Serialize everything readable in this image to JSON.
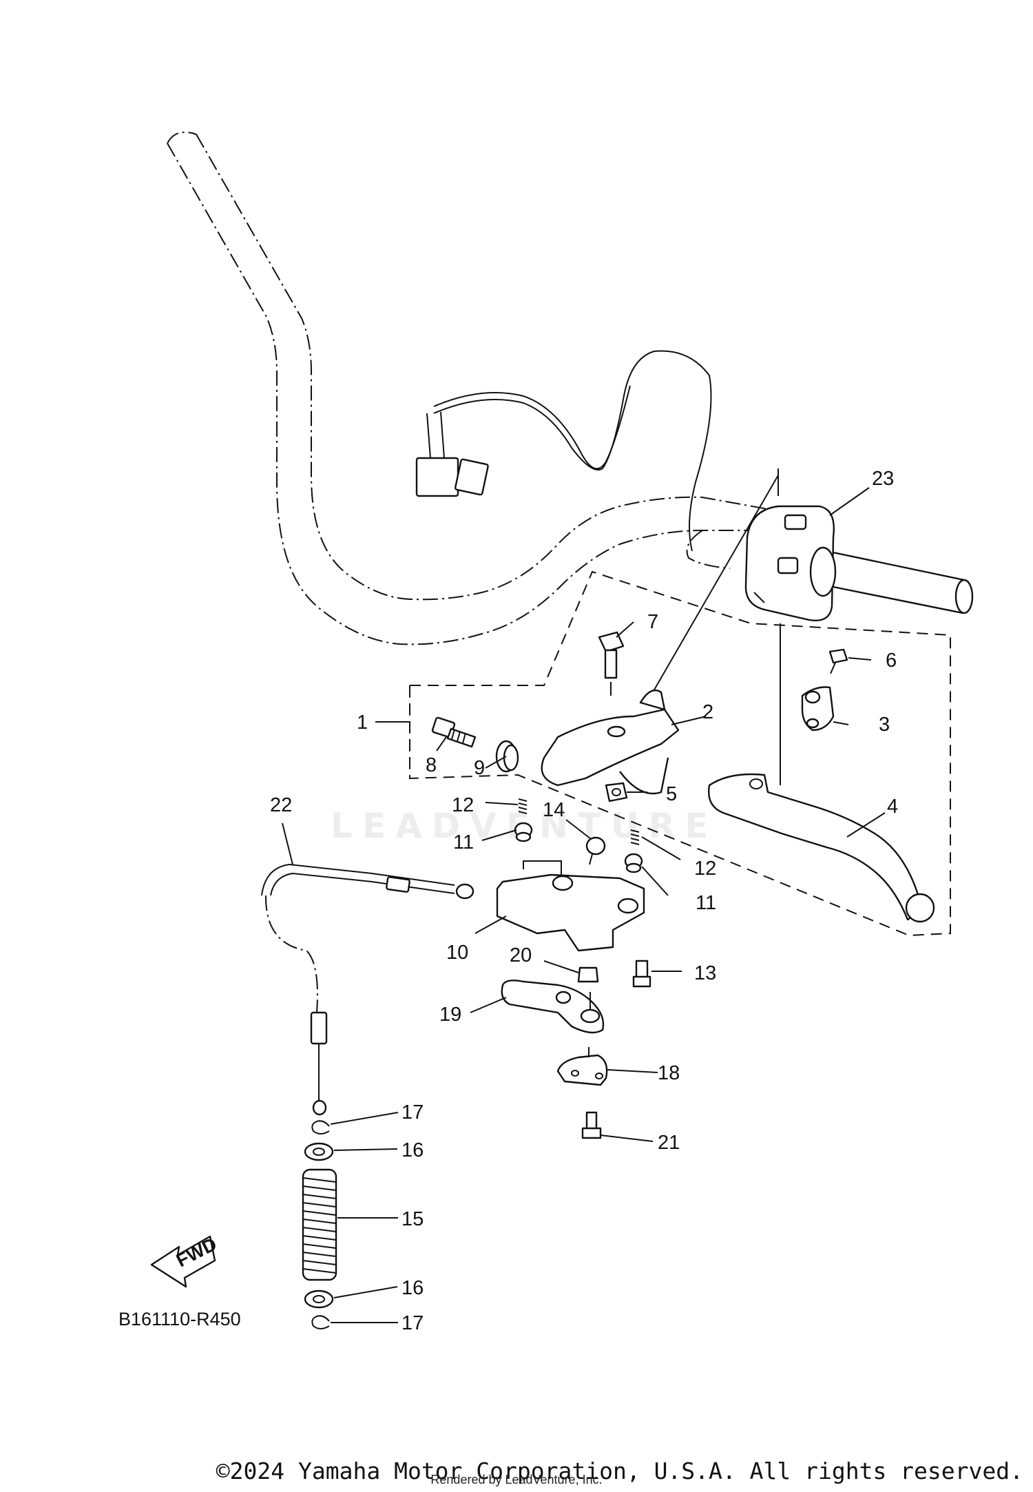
{
  "diagram": {
    "code": "B161110-R450",
    "fwd_label": "FWD",
    "callouts": [
      "1",
      "2",
      "3",
      "4",
      "5",
      "6",
      "7",
      "8",
      "9",
      "10",
      "11",
      "11",
      "12",
      "12",
      "13",
      "14",
      "15",
      "16",
      "16",
      "17",
      "17",
      "18",
      "19",
      "20",
      "21",
      "22",
      "23"
    ]
  },
  "watermark": "LEADVENTURE",
  "footer": {
    "copyright": "©2024 Yamaha Motor Corporation, U.S.A. All rights reserved.",
    "rendered_by": "Rendered by LeadVenture, Inc."
  }
}
